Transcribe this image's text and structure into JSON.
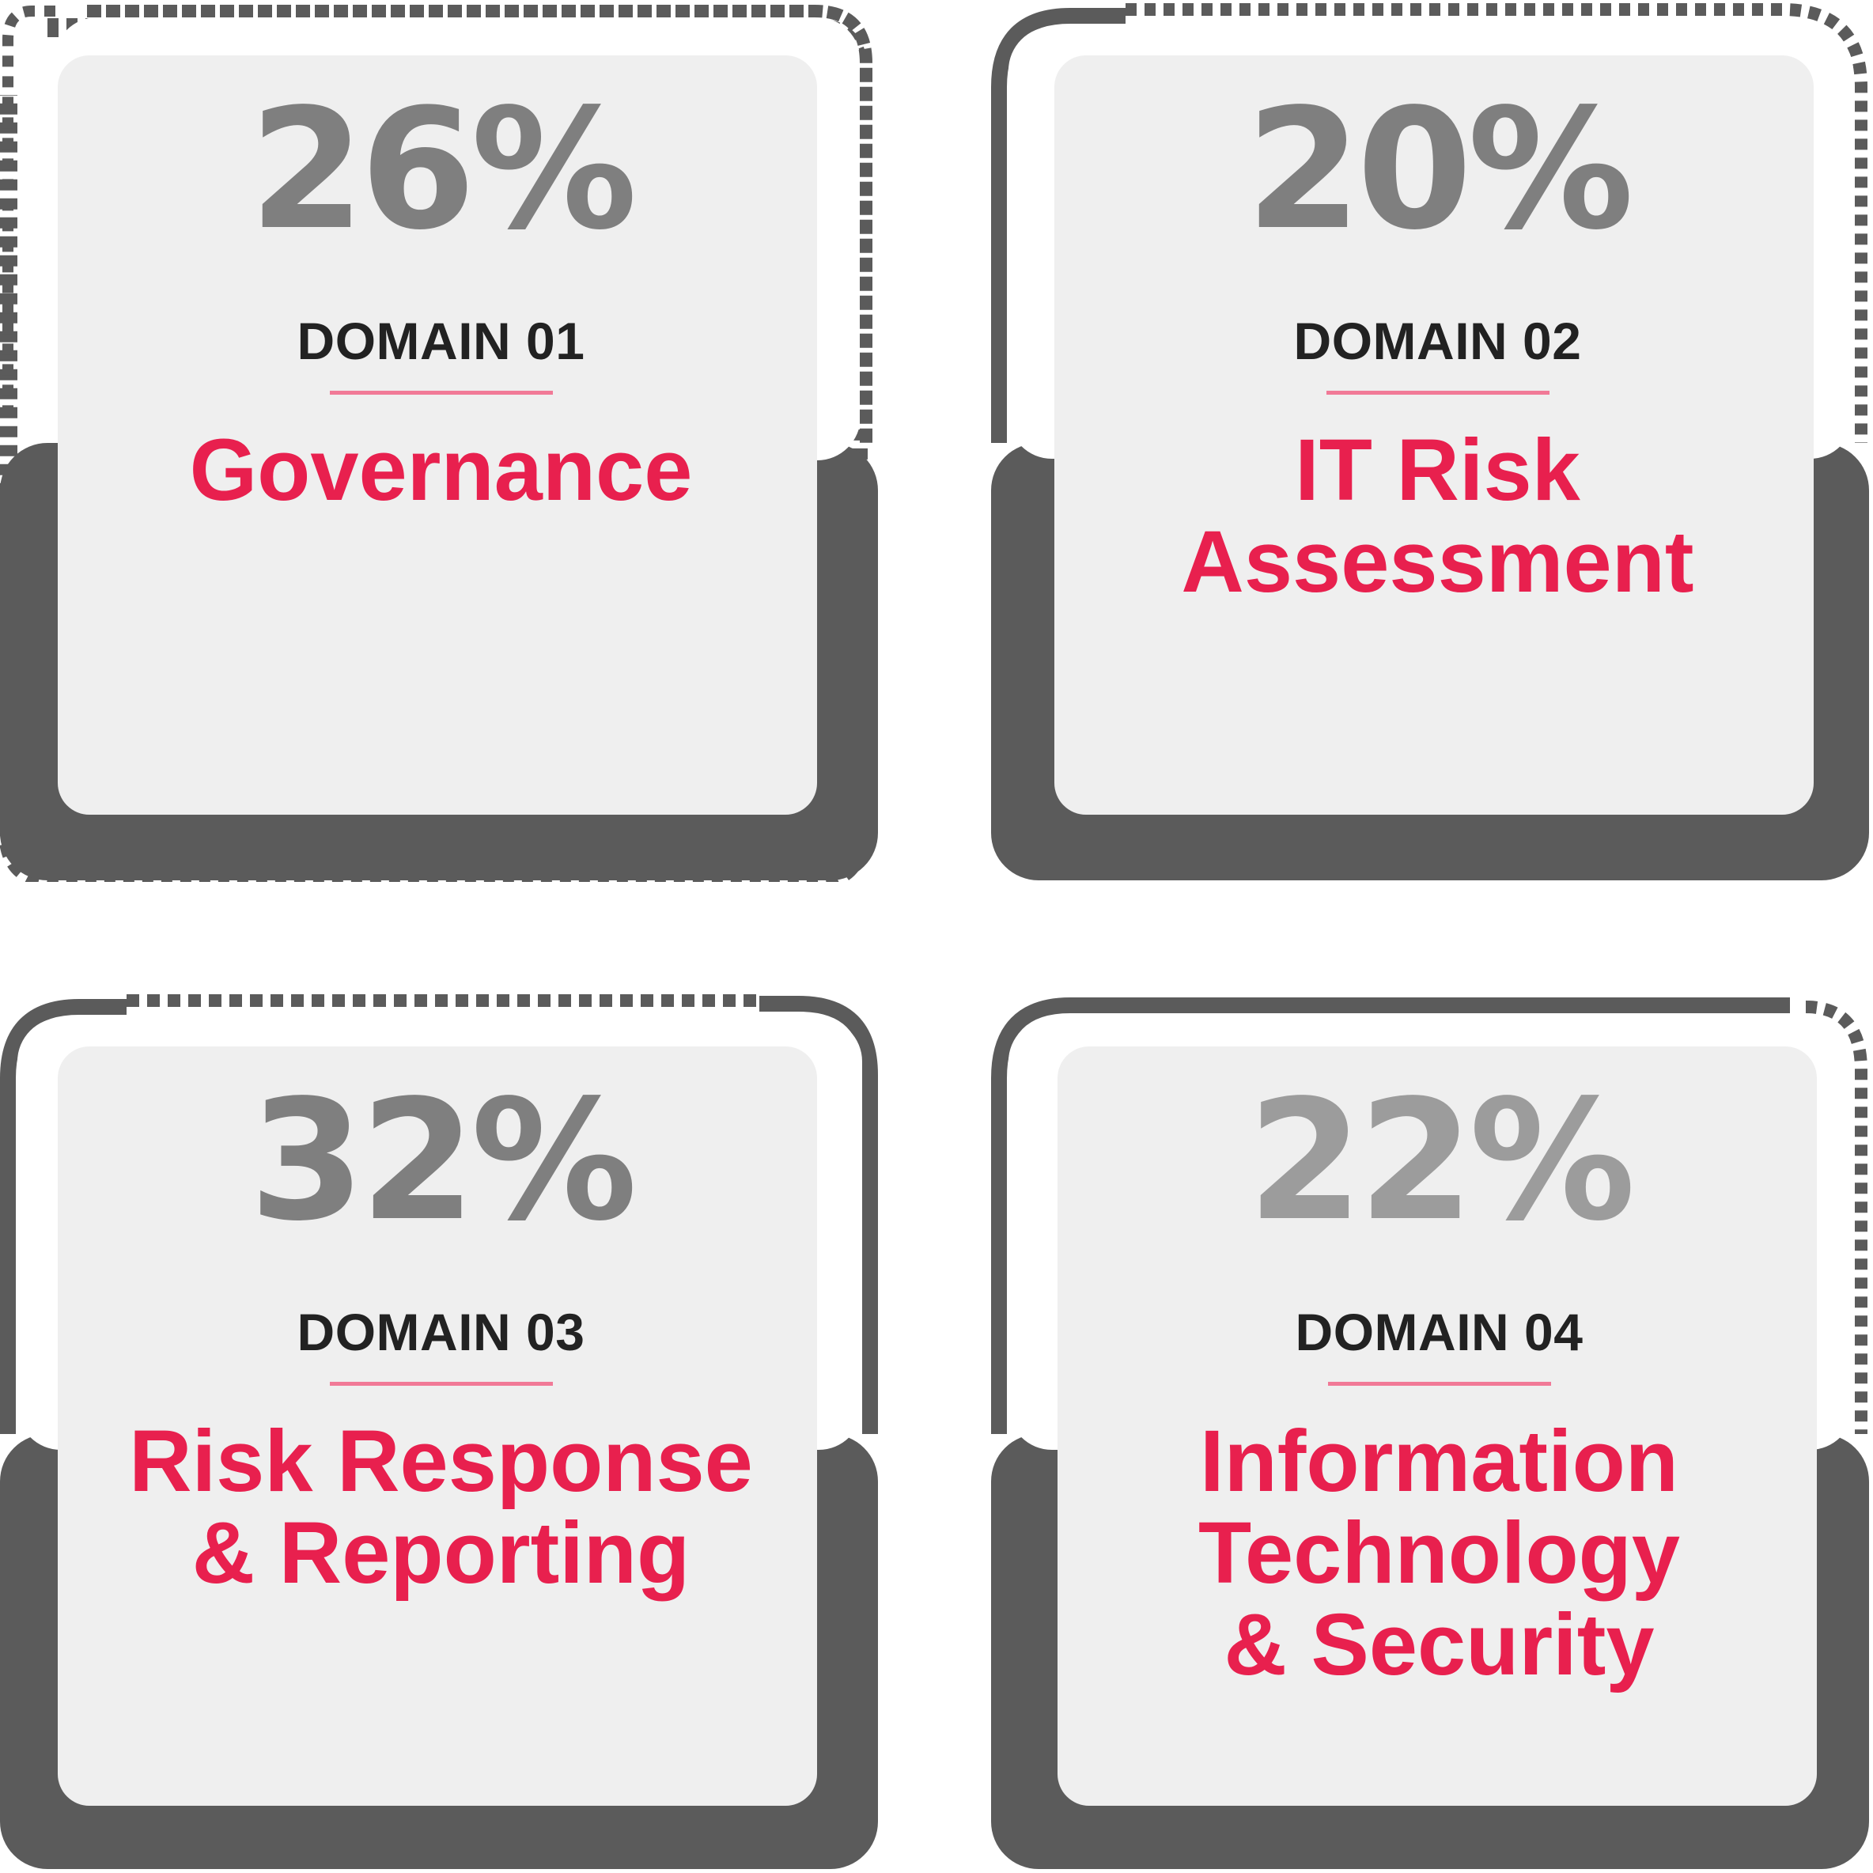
{
  "colors": {
    "frame": "#5b5b5b",
    "card": "#efefef",
    "percent": "#7f7f7f",
    "label": "#222222",
    "rule": "#f17a97",
    "title": "#e8204e"
  },
  "domains": [
    {
      "percent": "26%",
      "label": "DOMAIN 01",
      "title": "Governance",
      "share": 26
    },
    {
      "percent": "20%",
      "label": "DOMAIN 02",
      "title": "IT Risk\nAssessment",
      "share": 20
    },
    {
      "percent": "32%",
      "label": "DOMAIN 03",
      "title": "Risk Response\n& Reporting",
      "share": 32
    },
    {
      "percent": "22%",
      "label": "DOMAIN 04",
      "title": "Information\nTechnology\n& Security",
      "share": 22
    }
  ]
}
